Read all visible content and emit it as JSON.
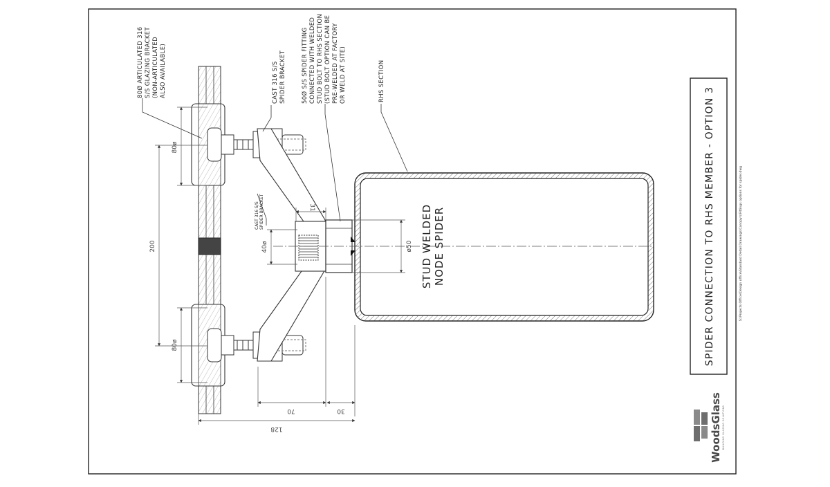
{
  "drawing": {
    "title": "SPIDER CONNECTION TO RHS MEMBER - OPTION 3",
    "file_path": "S:\\Projects Office\\Design office\\Standard Detail Drawings\\Canopy's\\Fittings options for spider.dwg",
    "logo": {
      "brand": "WoodsGlass",
      "tagline": "BUILDING GLAZING SOLUTIONS"
    },
    "callouts": {
      "articulated_bracket": [
        "80Ø ARTICULATED 316",
        "S/S GLAZING BRACKET",
        "(NON-ARTICULATED",
        "ALSO AVAILABLE)"
      ],
      "cast_bracket": [
        "CAST 316 S/S",
        "SPIDER BRACKET"
      ],
      "spider_fitting": [
        "50Ø S/S SPIDER FITTING",
        "CONNECTED WITH WELDED",
        "STUD BOLT TO RHS SECTION",
        "(STUD BOLT OPTION CAN BE",
        "PRE-WELDED AT FACTORY",
        "OR WELD AT SITE)"
      ],
      "rhs_section": [
        "RHS SECTION"
      ],
      "cast_bracket_small": [
        "CAST 316 S/S",
        "SPIDER BRACKET"
      ],
      "stud_node": [
        "STUD WELDED",
        "NODE SPIDER"
      ]
    },
    "dimensions": {
      "bracket_top": "80ø",
      "bracket_bottom": "80ø",
      "centres": "200",
      "boss": "40ø",
      "offset": "31",
      "node": "ø50",
      "arm": "70",
      "node_depth": "30",
      "overall": "128"
    }
  }
}
